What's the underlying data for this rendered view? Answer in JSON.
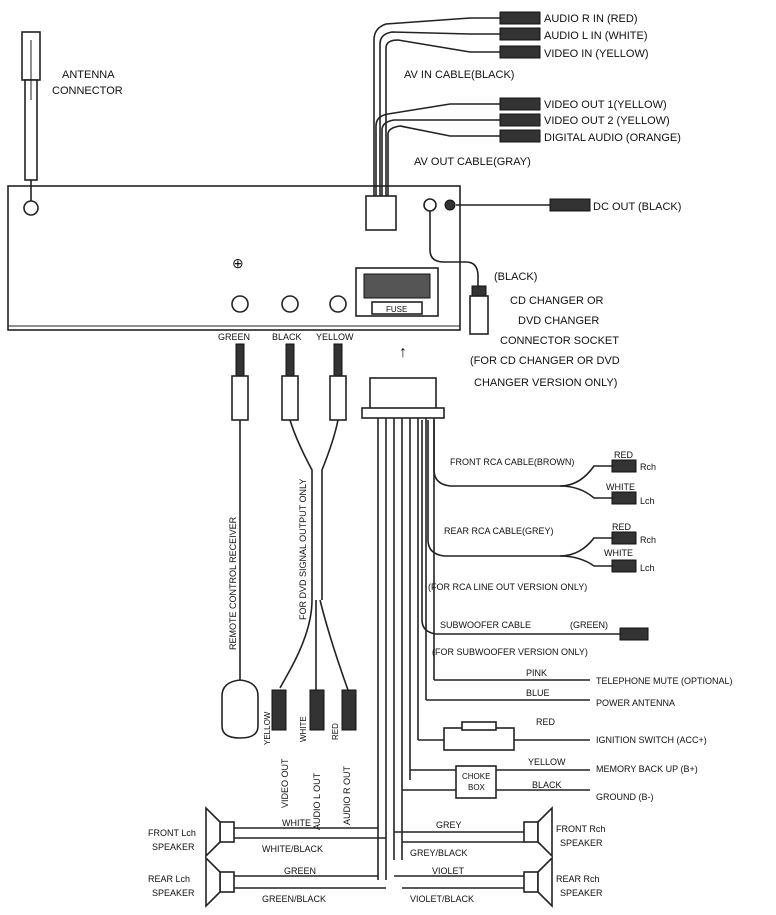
{
  "labels": {
    "antenna": [
      "ANTENNA",
      "CONNECTOR"
    ],
    "audio_r_in": "AUDIO R IN (RED)",
    "audio_l_in": "AUDIO L IN (WHITE)",
    "video_in": "VIDEO IN (YELLOW)",
    "av_in_cable": "AV IN CABLE(BLACK)",
    "video_out_1": "VIDEO OUT 1(YELLOW)",
    "video_out_2": "VIDEO OUT 2 (YELLOW)",
    "digital_audio": "DIGITAL AUDIO (ORANGE)",
    "av_out_cable": "AV OUT CABLE(GRAY)",
    "dc_out": "DC OUT (BLACK)",
    "black_paren": "(BLACK)",
    "cd_changer": [
      "CD CHANGER OR",
      "DVD CHANGER",
      "CONNECTOR SOCKET",
      "(FOR CD CHANGER OR DVD",
      "CHANGER VERSION ONLY)"
    ],
    "fuse": "FUSE",
    "jack_green": "GREEN",
    "jack_black": "BLACK",
    "jack_yellow": "YELLOW",
    "remote_receiver": "REMOTE CONTROL RECEIVER",
    "dvd_signal_only": "FOR DVD SIGNAL OUTPUT ONLY",
    "rca_yellow": "YELLOW",
    "rca_white": "WHITE",
    "rca_red": "RED",
    "video_out": "VIDEO OUT",
    "audio_l_out": "AUDIO L OUT",
    "audio_r_out": "AUDIO R OUT",
    "front_rca": "FRONT RCA CABLE(BROWN)",
    "rear_rca": "REAR RCA CABLE(GREY)",
    "red": "RED",
    "white": "WHITE",
    "rch": "Rch",
    "lch": "Lch",
    "rca_line_out": "(FOR RCA LINE OUT VERSION ONLY)",
    "subwoofer_cable": "SUBWOOFER CABLE",
    "green_paren": "(GREEN)",
    "subwoofer_only": "(FOR SUBWOOFER VERSION ONLY)",
    "pink": "PINK",
    "telephone_mute": "TELEPHONE MUTE (OPTIONAL)",
    "blue": "BLUE",
    "power_antenna": "POWER ANTENNA",
    "red_wire": "RED",
    "ignition": "IGNITION SWITCH (ACC+)",
    "yellow_wire": "YELLOW",
    "memory_backup": "MEMORY BACK UP (B+)",
    "choke_box": [
      "CHOKE",
      "BOX"
    ],
    "black_wire": "BLACK",
    "ground": "GROUND (B-)",
    "front_lch_speaker": [
      "FRONT Lch",
      "SPEAKER"
    ],
    "rear_lch_speaker": [
      "REAR Lch",
      "SPEAKER"
    ],
    "front_rch_speaker": [
      "FRONT Rch",
      "SPEAKER"
    ],
    "rear_rch_speaker": [
      "REAR Rch",
      "SPEAKER"
    ],
    "white_w": "WHITE",
    "white_black": "WHITE/BLACK",
    "green_w": "GREEN",
    "green_black": "GREEN/BLACK",
    "grey_w": "GREY",
    "grey_black": "GREY/BLACK",
    "violet_w": "VIOLET",
    "violet_black": "VIOLET/BLACK"
  }
}
